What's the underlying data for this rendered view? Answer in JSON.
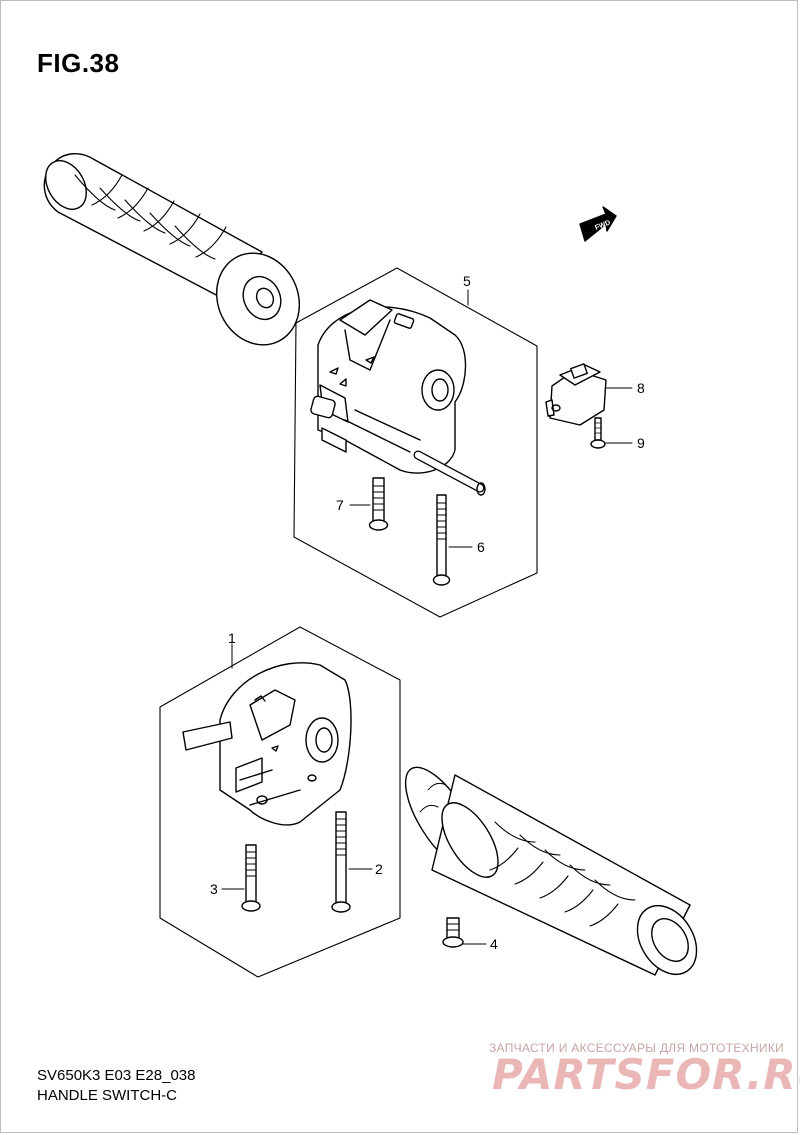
{
  "figure": {
    "title": "FIG.38"
  },
  "fwd_badge": {
    "label": "FWD"
  },
  "callouts": {
    "c1": "1",
    "c2": "2",
    "c3": "3",
    "c4": "4",
    "c5": "5",
    "c6": "6",
    "c7": "7",
    "c8": "8",
    "c9": "9"
  },
  "footer": {
    "model_code": "SV650K3 E03 E28_038",
    "diagram_name": "HANDLE SWITCH-C"
  },
  "watermark": {
    "caption": "ЗАПЧАСТИ И АКСЕССУАРЫ ДЛЯ МОТОТЕХНИКИ",
    "brand": "PARTSFOR.RU"
  },
  "colors": {
    "line": "#000000",
    "watermark": "#eab6b6",
    "frame": "#bdbdbd"
  }
}
